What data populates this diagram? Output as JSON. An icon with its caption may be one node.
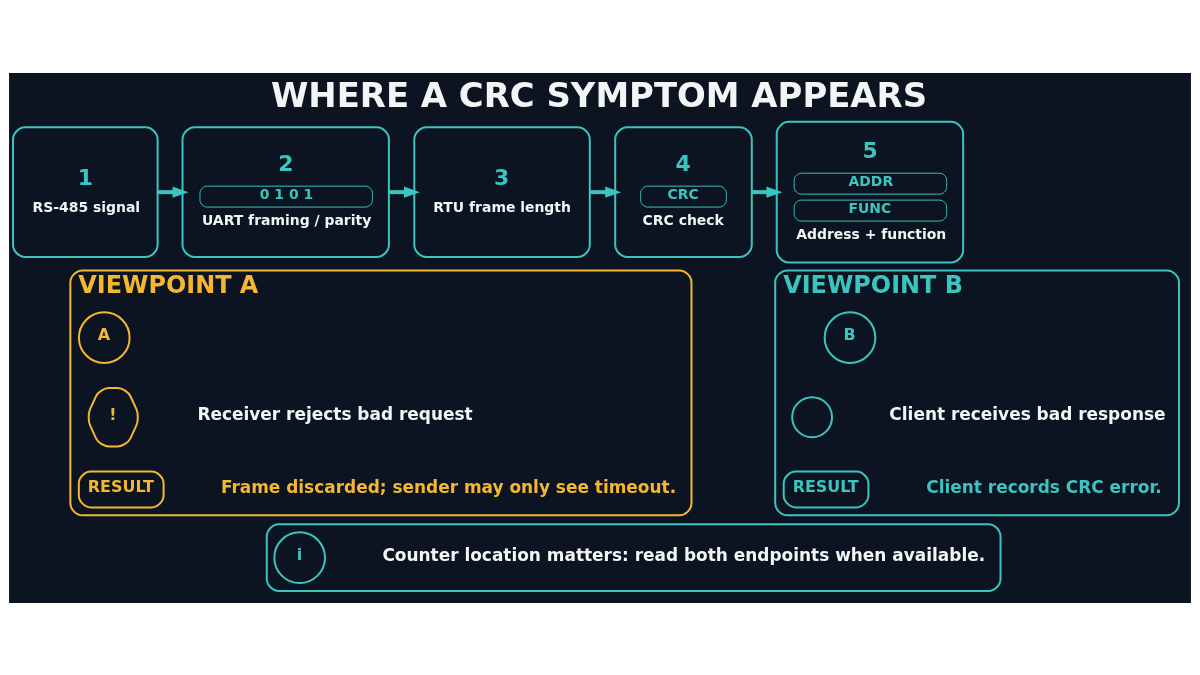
{
  "diagram": {
    "title": "WHERE A CRC SYMPTOM APPEARS",
    "nodes": [
      {
        "text": [
          "1",
          "RS-485 signal"
        ]
      },
      {
        "text": [
          "2",
          "0 1 0 1",
          "UART framing / parity"
        ]
      },
      {
        "text": [
          "3",
          "RTU frame length"
        ]
      },
      {
        "text": [
          "4",
          "CRC",
          "CRC check"
        ]
      },
      {
        "text": [
          "5",
          "ADDR",
          "FUNC",
          "Address + function"
        ]
      },
      {
        "text": [
          "VIEWPOINT A",
          "Receiver rejects bad request",
          "Frame discarded; sender may only see timeout."
        ]
      },
      {
        "text": [
          "A"
        ],
        "in": 5
      },
      {
        "text": [
          "!"
        ],
        "in": 5
      },
      {
        "text": [
          "RESULT"
        ],
        "in": 5
      },
      {
        "text": [
          "VIEWPOINT B",
          "Client receives bad response",
          "Client records CRC error."
        ]
      },
      {
        "text": [
          "B"
        ],
        "in": 9
      },
      {
        "text": [],
        "shape": "circle",
        "in": 9
      },
      {
        "text": [
          "RESULT"
        ],
        "in": 9
      },
      {
        "text": [
          "Counter location matters: read both endpoints when available."
        ]
      },
      {
        "text": [
          "i"
        ],
        "in": 13
      }
    ],
    "edges": [
      {
        "from": 0,
        "to": 1,
        "arrow": "to"
      },
      {
        "from": 1,
        "to": 2,
        "arrow": "to"
      },
      {
        "from": 2,
        "to": 3,
        "arrow": "to"
      },
      {
        "from": 3,
        "to": 4,
        "arrow": "to"
      }
    ]
  }
}
